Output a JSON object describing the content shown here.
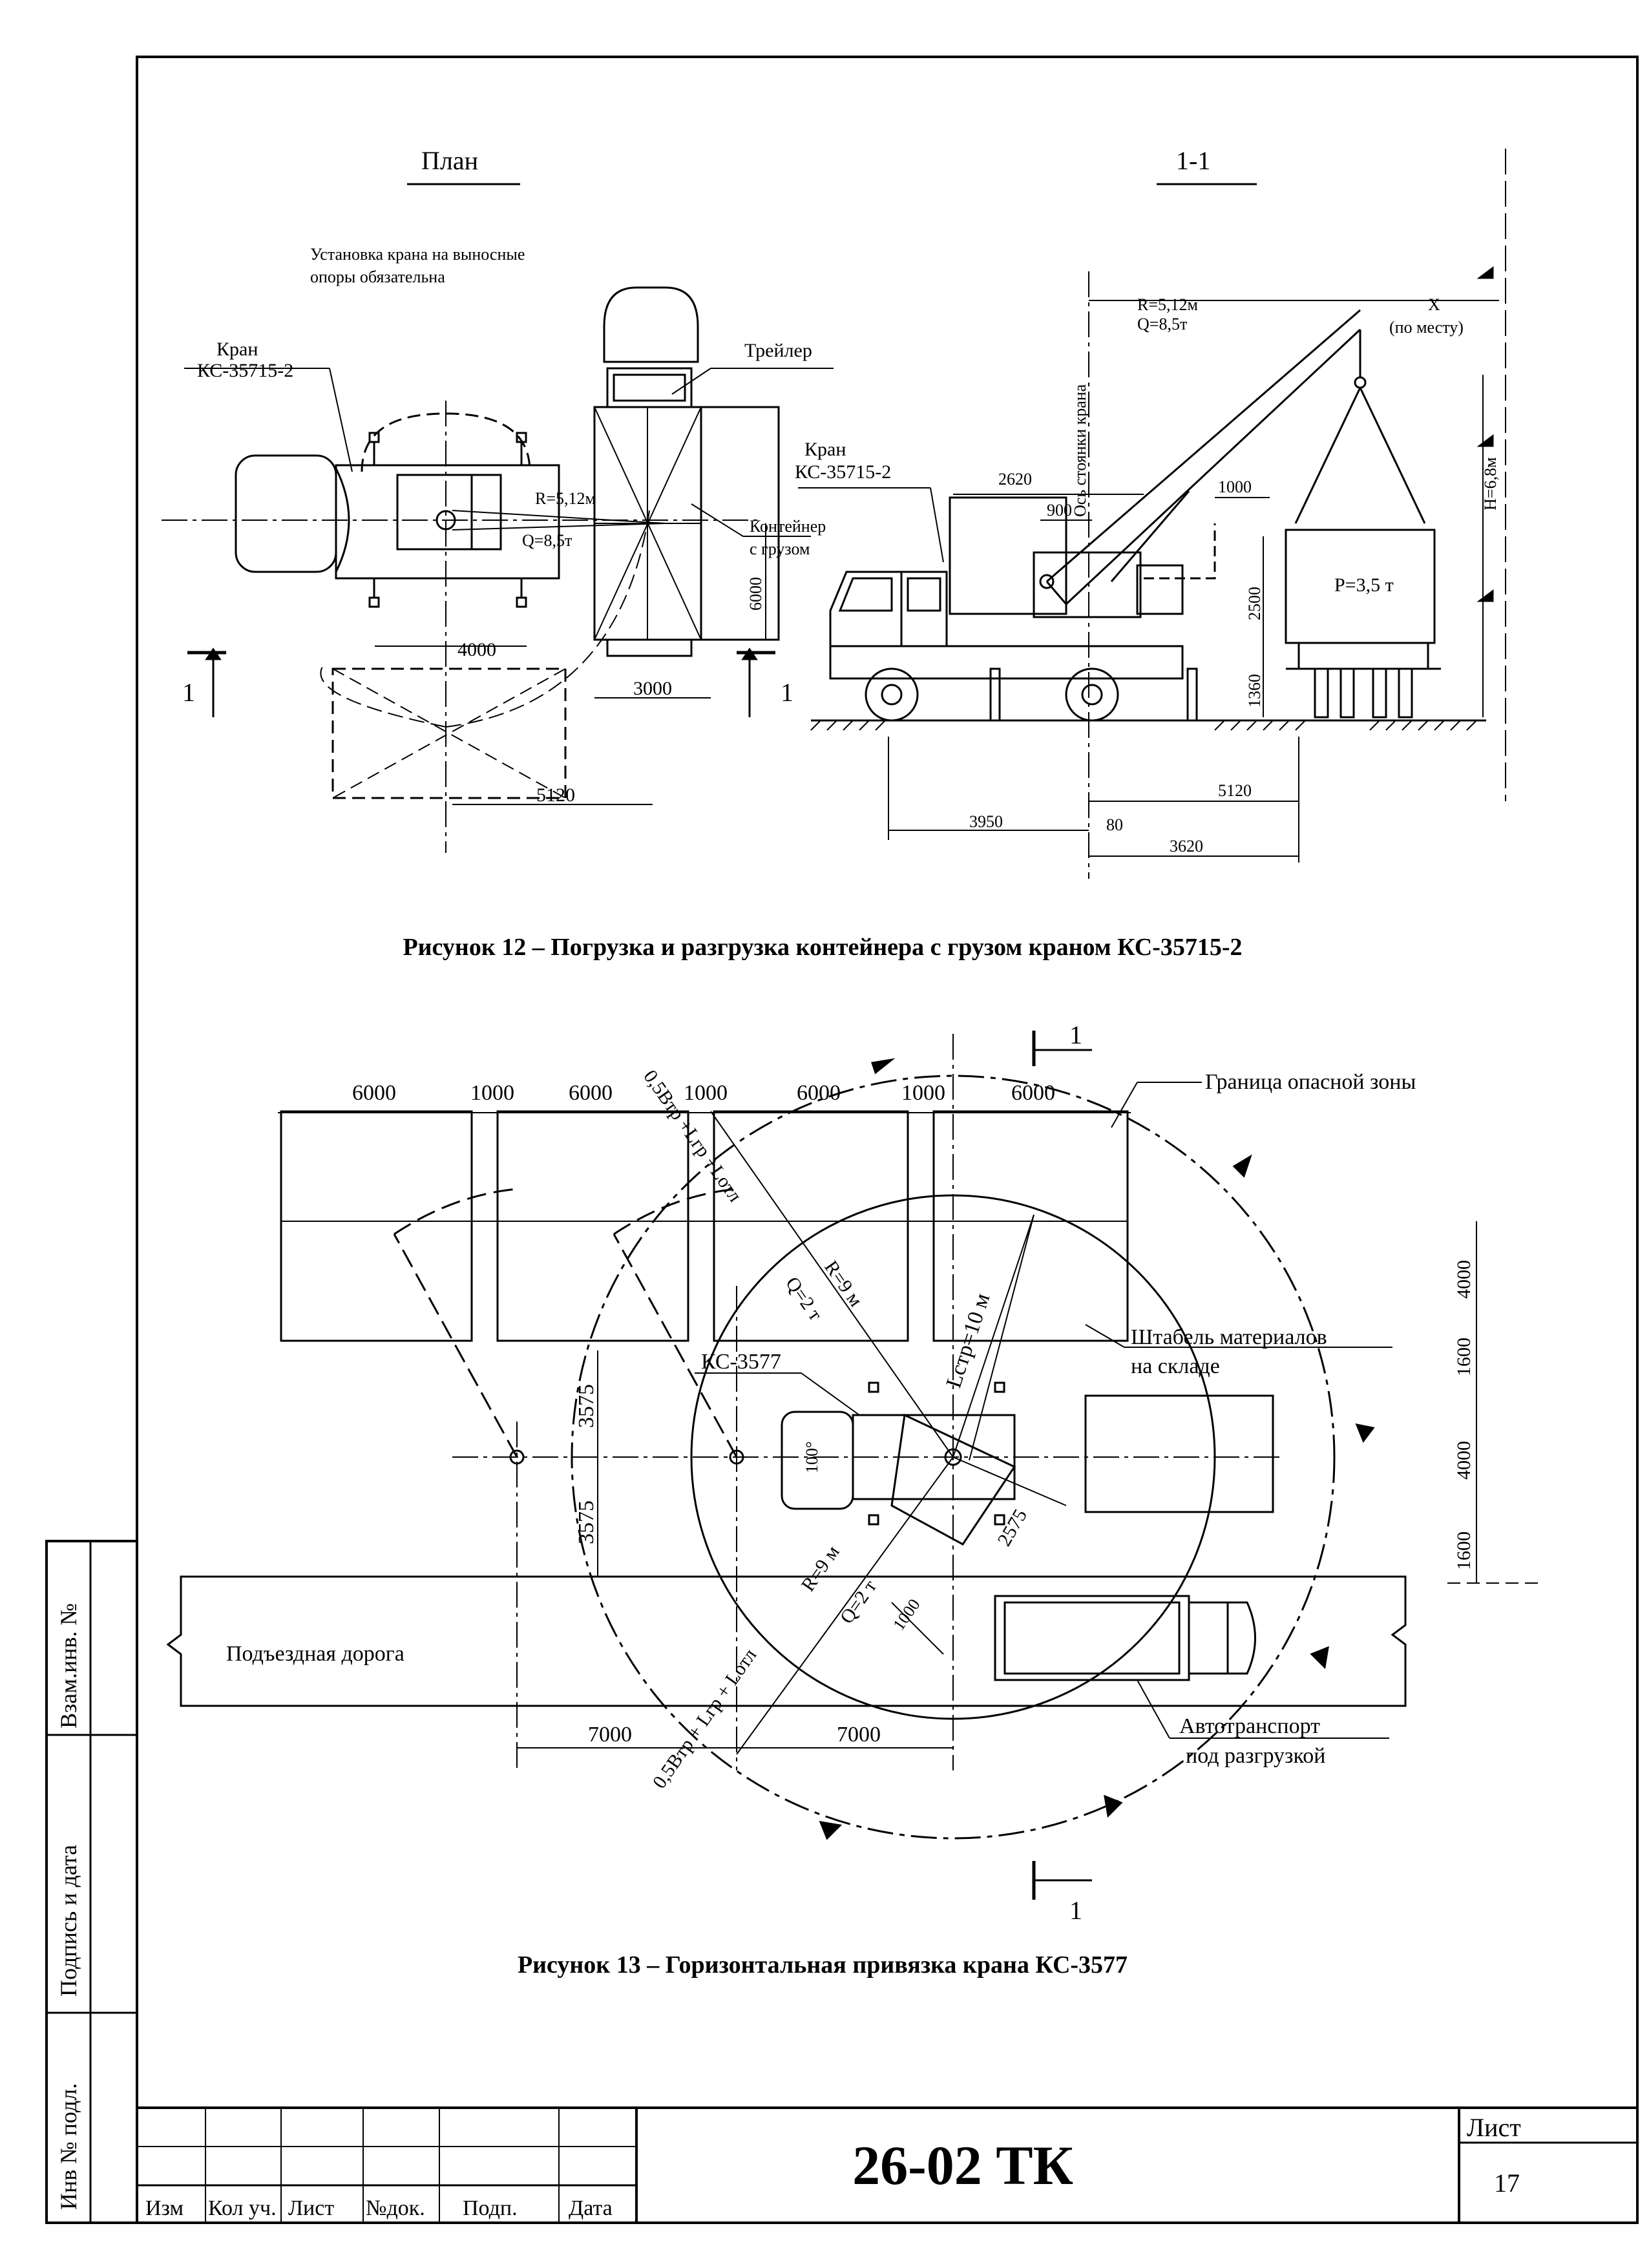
{
  "figure12": {
    "plan_title": "План",
    "section_title": "1-1",
    "note_line1": "Установка крана на выносные",
    "note_line2": "опоры обязательна",
    "crane_label_1": "Кран",
    "crane_label_2": "КС-35715-2",
    "trailer_label": "Трейлер",
    "container_label_1": "Контейнер",
    "container_label_2": "с грузом",
    "radius_label": "R=5,12м",
    "capacity_label": "Q=8,5т",
    "dims_plan": [
      "4000",
      "3000",
      "6000",
      "5120"
    ],
    "section_marks": [
      "1",
      "1"
    ],
    "axis_label": "Ось стоянки крана",
    "x_label": "X",
    "x_note": "(по месту)",
    "load_label": "P=3,5 т",
    "height_label": "H=6,8м",
    "dims_section": [
      "2620",
      "900",
      "1000",
      "2500",
      "1360",
      "5120",
      "3950",
      "80",
      "3620"
    ],
    "caption": "Рисунок 12 – Погрузка и разгрузка контейнера с грузом краном КС-35715-2"
  },
  "figure13": {
    "top_dims": [
      "6000",
      "1000",
      "6000",
      "1000",
      "6000",
      "1000",
      "6000"
    ],
    "danger_zone_label": "Граница опасной зоны",
    "crane_label": "КС-3577",
    "boom_label": "Lстр=10 м",
    "rq_upper_r": "R=9 м",
    "rq_upper_q": "Q=2 т",
    "rq_lower_r": "R=9 м",
    "rq_lower_q": "Q=2 т",
    "formula_upper": "0,5Bтр +Lгр +Lотл",
    "formula_lower": "0,5Bтр + Lгр + Lотл",
    "angle_label": "100°",
    "dim_2575": "2575",
    "dim_1000": "1000",
    "left_dims": [
      "3575",
      "3575"
    ],
    "right_dims": [
      "4000",
      "1600",
      "4000",
      "1600"
    ],
    "stack_label_1": "Штабель материалов",
    "stack_label_2": "на складе",
    "road_label": "Подъездная дорога",
    "vehicle_label_1": "Автотранспорт",
    "vehicle_label_2": "под разгрузкой",
    "bottom_dims": [
      "7000",
      "7000"
    ],
    "section_marks": [
      "1",
      "1"
    ],
    "caption": "Рисунок 13 – Горизонтальная привязка крана КС-3577"
  },
  "side_stamp": [
    "Взам.инв. №",
    "Подпись и дата",
    "Инв № подл."
  ],
  "title_block": {
    "columns": [
      "Изм",
      "Кол уч.",
      "Лист",
      "№док.",
      "Подп.",
      "Дата"
    ],
    "code": "26-02 ТК",
    "sheet_label": "Лист",
    "sheet_number": "17"
  }
}
